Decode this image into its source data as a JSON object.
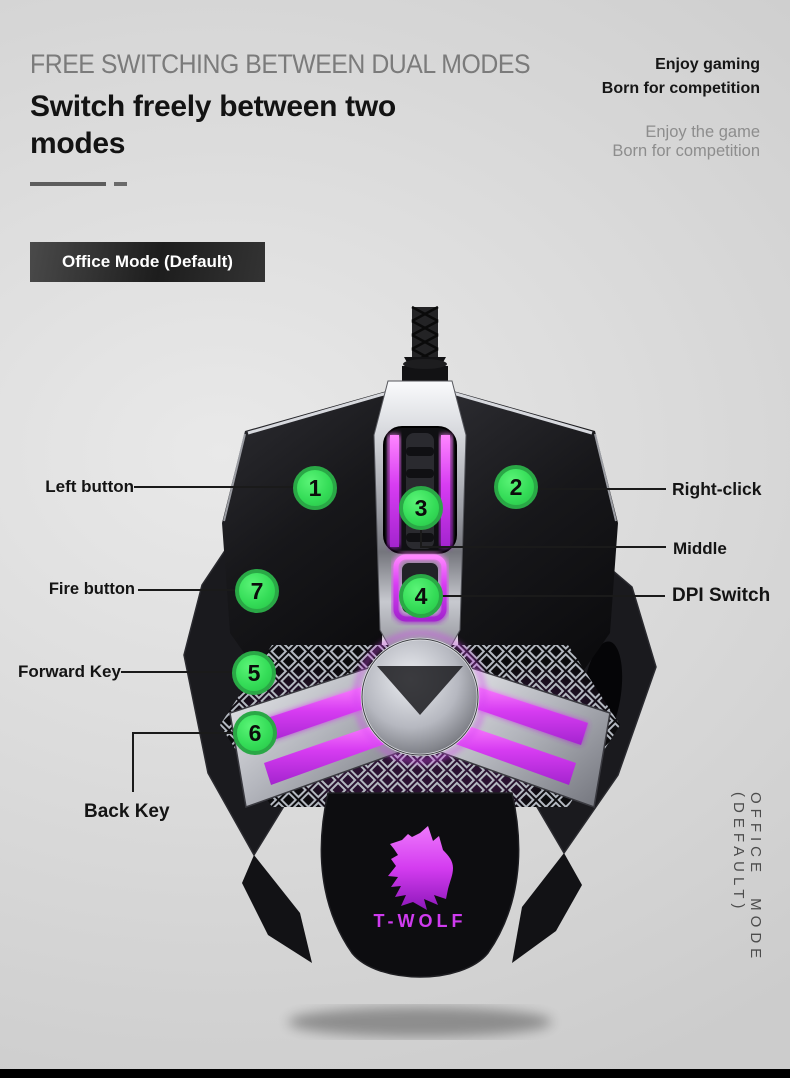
{
  "header": {
    "eyebrow": "FREE SWITCHING BETWEEN DUAL MODES",
    "title": "Switch freely between two modes",
    "right_bold": [
      "Enjoy gaming",
      "Born for competition"
    ],
    "right_light": [
      "Enjoy the game",
      "Born for competition"
    ]
  },
  "badge": {
    "label": "Office Mode (Default)"
  },
  "callouts": [
    {
      "num": "1",
      "label": "Left button"
    },
    {
      "num": "2",
      "label": "Right-click"
    },
    {
      "num": "3",
      "label": "Middle"
    },
    {
      "num": "4",
      "label": "DPI Switch"
    },
    {
      "num": "5",
      "label": "Forward Key"
    },
    {
      "num": "6",
      "label": "Back Key"
    },
    {
      "num": "7",
      "label": "Fire button"
    }
  ],
  "side_note": "OFFICE MODE (DEFAULT)",
  "brand": "T-WOLF",
  "colors": {
    "callout_green": "#35d958",
    "led_magenta": "#d43cf0",
    "badge_bg": "#262626",
    "background": "#d8d8d8"
  }
}
